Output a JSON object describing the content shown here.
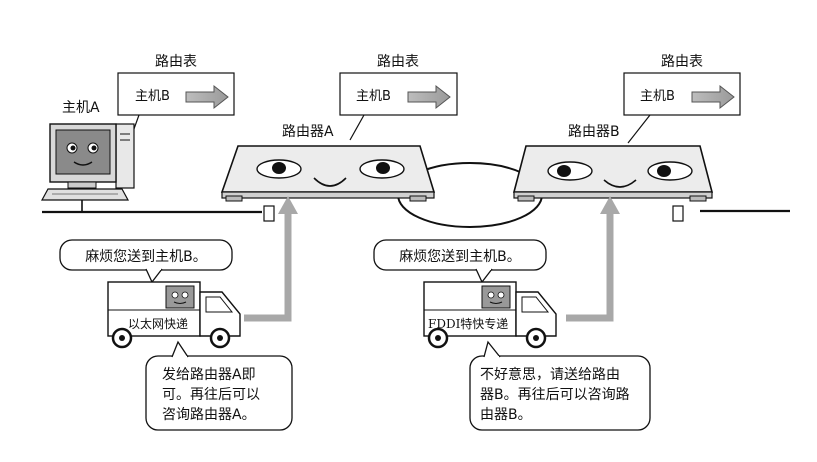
{
  "routing_tables": [
    {
      "title": "路由表",
      "entry": "主机B"
    },
    {
      "title": "路由表",
      "entry": "主机B"
    },
    {
      "title": "路由表",
      "entry": "主机B"
    }
  ],
  "host_a": {
    "label": "主机A"
  },
  "router_a": {
    "label": "路由器A"
  },
  "router_b": {
    "label": "路由器B"
  },
  "truck_a": {
    "label": "以太网快递",
    "request": "麻烦您送到主机B。",
    "reply_lines": [
      "发给路由器A即",
      "可。再往后可以",
      "咨询路由器A。"
    ]
  },
  "truck_b": {
    "label": "FDDI特快专递",
    "request": "麻烦您送到主机B。",
    "reply_lines": [
      "不好意思，请送给路由",
      "器B。再往后可以咨询路",
      "由器B。"
    ]
  }
}
